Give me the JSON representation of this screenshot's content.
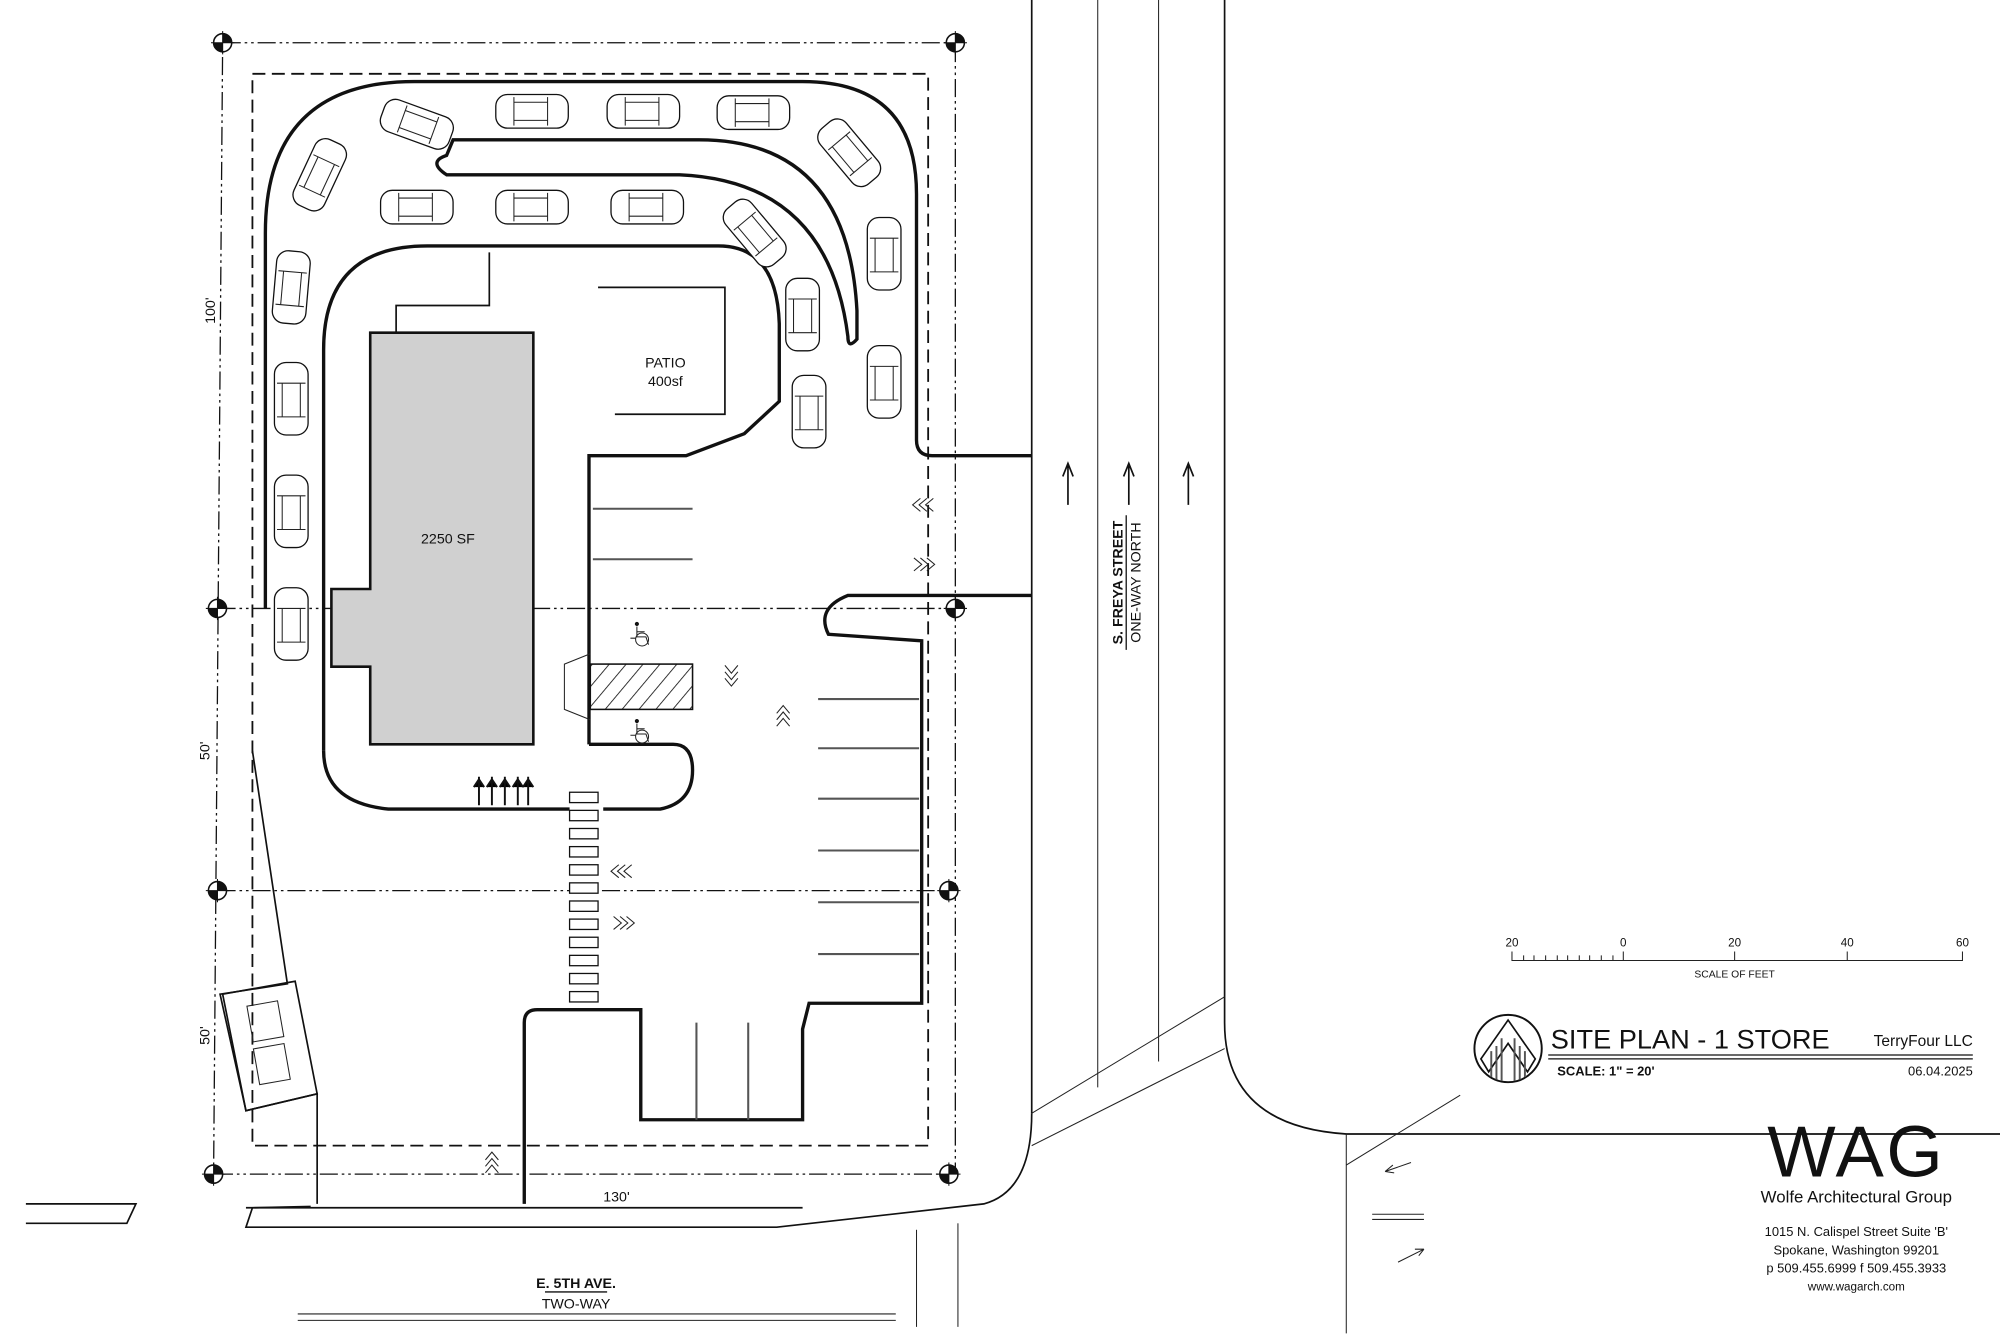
{
  "drawing": {
    "building_label": "2250 SF",
    "patio_label": "PATIO",
    "patio_area": "400sf",
    "dimensions": {
      "north_south_top": "100'",
      "mid": "50'",
      "bottom": "50'",
      "frontage": "130'"
    },
    "streets": {
      "east_name": "S. FREYA STREET",
      "east_direction": "ONE-WAY NORTH",
      "south_name": "E. 5TH AVE.",
      "south_direction": "TWO-WAY"
    }
  },
  "scale_bar": {
    "ticks": [
      "20",
      "0",
      "20",
      "40",
      "60"
    ],
    "label": "SCALE OF FEET"
  },
  "title_block": {
    "title": "SITE PLAN - 1 STORE",
    "client": "TerryFour LLC",
    "scale": "SCALE: 1\" = 20'",
    "date": "06.04.2025"
  },
  "firm": {
    "logo": "WAG",
    "name": "Wolfe Architectural Group",
    "address_line1": "1015 N. Calispel Street  Suite 'B'",
    "address_line2": "Spokane, Washington   99201",
    "phone_fax": "p 509.455.6999   f 509.455.3933",
    "website": "www.wagarch.com"
  },
  "colors": {
    "building_fill": "#d0d0d0",
    "line": "#111111"
  }
}
